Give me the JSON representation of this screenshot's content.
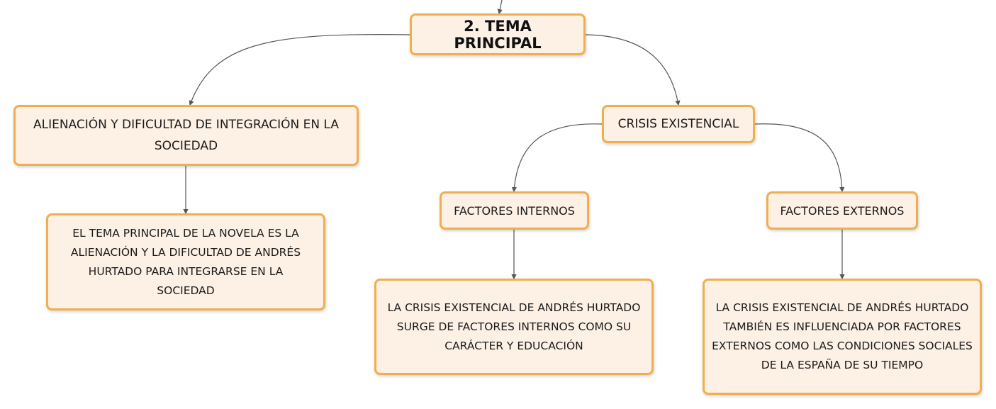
{
  "diagram": {
    "root": {
      "label": "2. TEMA PRINCIPAL"
    },
    "alienacion": {
      "label": "ALIENACIÓN Y DIFICULTAD DE INTEGRACIÓN EN LA SOCIEDAD"
    },
    "alienacion_detalle": {
      "label": "EL TEMA PRINCIPAL DE LA NOVELA ES LA ALIENACIÓN Y LA DIFICULTAD DE ANDRÉS HURTADO PARA INTEGRARSE EN LA SOCIEDAD"
    },
    "crisis": {
      "label": "CRISIS EXISTENCIAL"
    },
    "factores_internos": {
      "label": "FACTORES INTERNOS"
    },
    "factores_internos_detalle": {
      "label": "LA CRISIS EXISTENCIAL DE ANDRÉS HURTADO SURGE DE FACTORES INTERNOS COMO SU CARÁCTER Y EDUCACIÓN"
    },
    "factores_externos": {
      "label": "FACTORES EXTERNOS"
    },
    "factores_externos_detalle": {
      "label": "LA CRISIS EXISTENCIAL DE ANDRÉS HURTADO TAMBIÉN ES INFLUENCIADA POR FACTORES EXTERNOS COMO LAS CONDICIONES SOCIALES DE LA ESPAÑA DE SU TIEMPO"
    }
  },
  "colors": {
    "node_fill": "#fdf1e6",
    "node_border": "#f2ad4e",
    "connector": "#555555"
  }
}
